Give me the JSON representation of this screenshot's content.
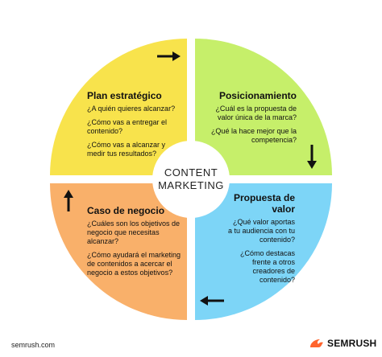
{
  "center": {
    "line1": "CONTENT",
    "line2": "MARKETING"
  },
  "quadrants": [
    {
      "key": "top-left",
      "title": "Plan estratégico",
      "color": "#F8E34C",
      "items": [
        "¿A quién quieres alcanzar?",
        "¿Cómo vas a entregar el contenido?",
        "¿Cómo vas a alcanzar y medir tus resultados?"
      ]
    },
    {
      "key": "top-right",
      "title": "Posicionamiento",
      "color": "#C6EF6A",
      "items": [
        "¿Cuál es la propuesta de valor única de la marca?",
        "¿Qué la hace mejor que la competencia?"
      ]
    },
    {
      "key": "bottom-right",
      "title": "Propuesta de valor",
      "color": "#7DD5F7",
      "items": [
        "¿Qué valor aportas a tu audiencia con tu contenido?",
        "¿Cómo destacas frente a otros creadores de contenido?"
      ]
    },
    {
      "key": "bottom-left",
      "title": "Caso de negocio",
      "color": "#F9B06A",
      "items": [
        "¿Cuáles son los objetivos de negocio que necesitas alcanzar?",
        "¿Cómo ayudará el marketing de contenidos a acercar el negocio a estos objetivos?"
      ]
    }
  ],
  "arrows": {
    "top": "arrow-right-icon",
    "right": "arrow-down-icon",
    "bottom": "arrow-left-icon",
    "left": "arrow-up-icon"
  },
  "footer": {
    "source": "semrush.com",
    "brand": "SEMRUSH",
    "brand_color": "#FF642D"
  }
}
